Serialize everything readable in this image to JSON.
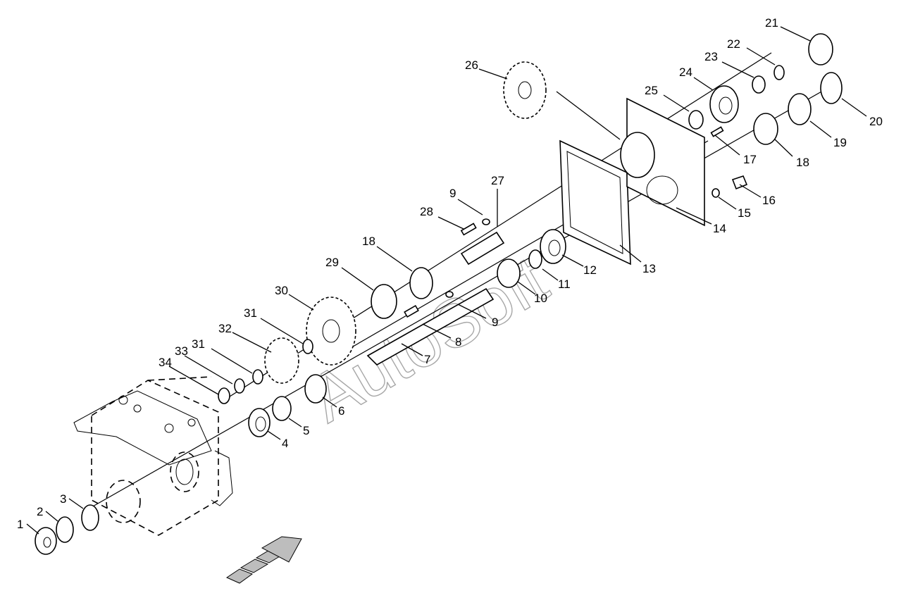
{
  "diagram": {
    "watermark": "AutoSoft",
    "callouts": [
      "1",
      "2",
      "3",
      "4",
      "5",
      "6",
      "7",
      "8",
      "9",
      "10",
      "11",
      "12",
      "13",
      "14",
      "15",
      "16",
      "17",
      "18",
      "19",
      "20",
      "21",
      "22",
      "23",
      "24",
      "25",
      "26",
      "27",
      "28",
      "29",
      "30",
      "31",
      "32",
      "33",
      "34"
    ]
  },
  "labels": [
    {
      "text": "1"
    },
    {
      "text": "2"
    },
    {
      "text": "3"
    },
    {
      "text": "4"
    },
    {
      "text": "5"
    },
    {
      "text": "6"
    },
    {
      "text": "7"
    },
    {
      "text": "8"
    },
    {
      "text": "9"
    },
    {
      "text": "9"
    },
    {
      "text": "10"
    },
    {
      "text": "11"
    },
    {
      "text": "12"
    },
    {
      "text": "13"
    },
    {
      "text": "14"
    },
    {
      "text": "15"
    },
    {
      "text": "16"
    },
    {
      "text": "17"
    },
    {
      "text": "18"
    },
    {
      "text": "18"
    },
    {
      "text": "19"
    },
    {
      "text": "20"
    },
    {
      "text": "21"
    },
    {
      "text": "22"
    },
    {
      "text": "23"
    },
    {
      "text": "24"
    },
    {
      "text": "25"
    },
    {
      "text": "26"
    },
    {
      "text": "27"
    },
    {
      "text": "28"
    },
    {
      "text": "29"
    },
    {
      "text": "30"
    },
    {
      "text": "31"
    },
    {
      "text": "31"
    },
    {
      "text": "32"
    },
    {
      "text": "33"
    },
    {
      "text": "34"
    }
  ],
  "icons": {
    "direction_arrow": "direction-arrow-icon"
  }
}
